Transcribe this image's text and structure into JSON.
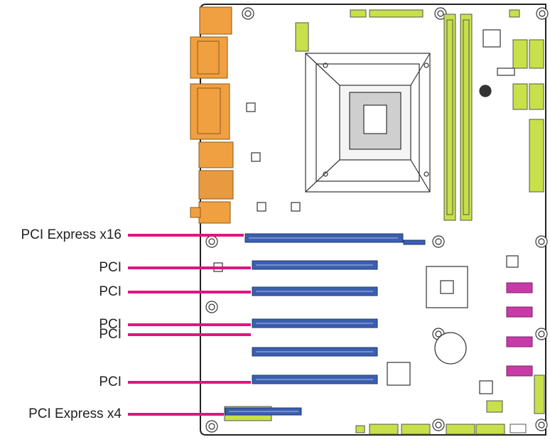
{
  "title": "",
  "slot_labels": [
    "PCI Express x16",
    "PCI",
    "PCI",
    "PCI",
    "PCI",
    "PCI",
    "PCI Express x4"
  ],
  "colors": {
    "pointer": "#e0157f",
    "slot": "#3b5fb0",
    "connector_green": "#c8e04a",
    "io_orange": "#f0a040",
    "sata_magenta": "#c83aa8",
    "board_outline": "#222222"
  }
}
